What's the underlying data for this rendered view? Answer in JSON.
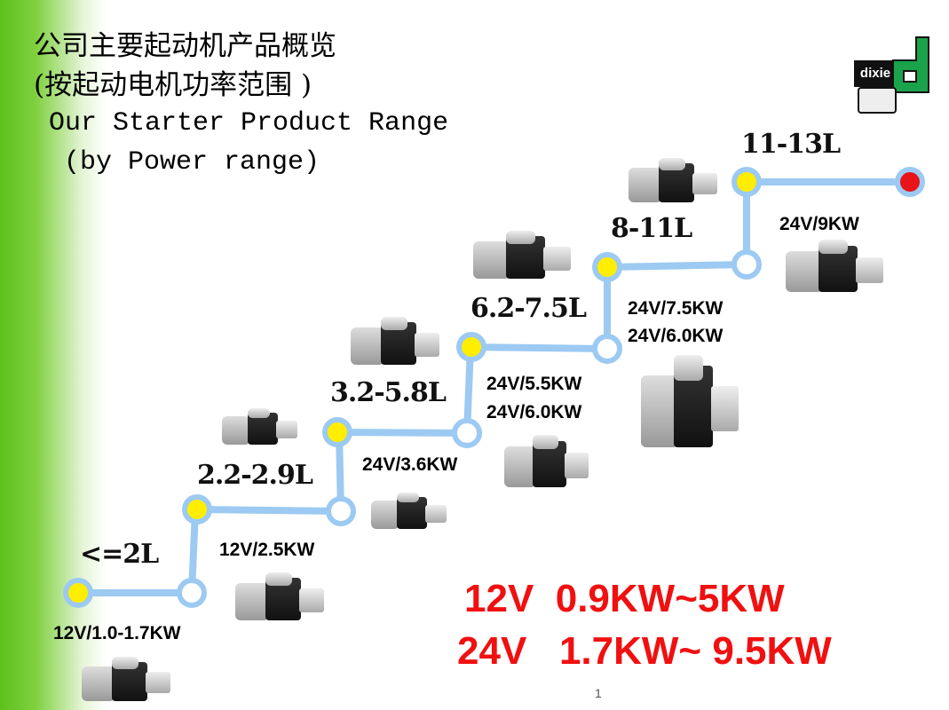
{
  "title": {
    "cn_line1": "公司主要起动机产品概览",
    "cn_line2": "(按起动电机功率范围 )",
    "en_line1": "Our Starter Product Range",
    "en_line2": "(by Power range)"
  },
  "logo": {
    "text": "dixie"
  },
  "ranges": [
    "<=2L",
    "2.2-2.9L",
    "3.2-5.8L",
    "6.2-7.5L",
    "8-11L",
    "11-13L"
  ],
  "powers": [
    "12V/1.0-1.7KW",
    "12V/2.5KW",
    "24V/3.6KW",
    "24V/5.5KW",
    "24V/6.0KW",
    "24V/7.5KW",
    "24V/6.0KW",
    "24V/9KW"
  ],
  "summary": {
    "line1": "12V  0.9KW~5KW",
    "line2": "24V   1.7KW~ 9.5KW"
  },
  "page_number": "1",
  "colors": {
    "path": "#9ccaf2",
    "node_fill": "#ffee00",
    "end_node": "#e8141a",
    "summary": "#f01010"
  }
}
